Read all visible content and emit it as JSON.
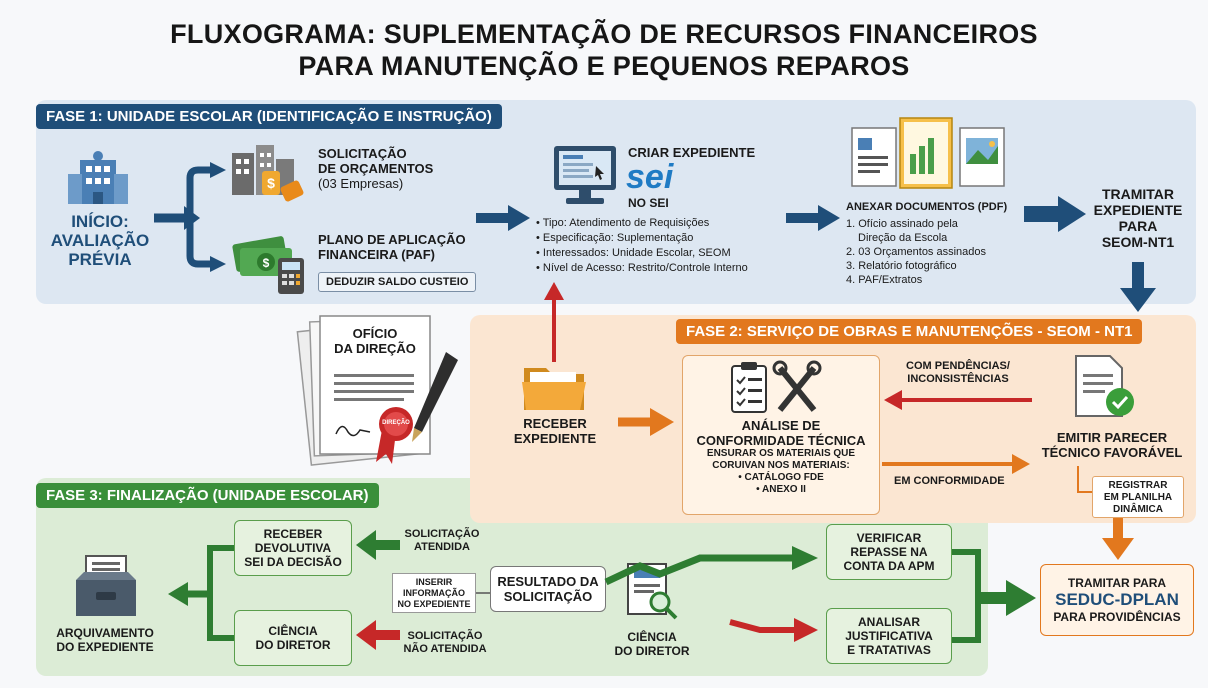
{
  "title": {
    "line1": "FLUXOGRAMA: SUPLEMENTAÇÃO DE RECURSOS FINANCEIROS",
    "line2": "PARA MANUTENÇÃO E PEQUENOS REPAROS"
  },
  "fase1": {
    "label": "FASE 1: UNIDADE ESCOLAR (IDENTIFICAÇÃO E INSTRUÇÃO)",
    "inicio": [
      "INÍCIO:",
      "AVALIAÇÃO",
      "PRÉVIA"
    ],
    "orcamentos": {
      "line1": "SOLICITAÇÃO",
      "line2": "DE ORÇAMENTOS",
      "line3": "(03 Empresas)"
    },
    "paf": {
      "line1": "PLANO DE APLICAÇÃO",
      "line2": "FINANCEIRA (PAF)",
      "tag": "DEDUZIR SALDO CUSTEIO"
    },
    "criar": {
      "title": "CRIAR EXPEDIENTE",
      "sei": "sei",
      "no_sei": "NO SEI",
      "items": [
        "• Tipo: Atendimento de Requisições",
        "• Especificação: Suplementação",
        "• Interessados: Unidade Escolar, SEOM",
        "• Nível de Acesso: Restrito/Controle Interno"
      ]
    },
    "anexar": {
      "title": "ANEXAR DOCUMENTOS (PDF)",
      "items": [
        "1. Ofício assinado pela",
        "Direção da Escola",
        "2. 03 Orçamentos assinados",
        "3. Relatório fotográfico",
        "4. PAF/Extratos"
      ]
    },
    "tramitar": [
      "TRAMITAR",
      "EXPEDIENTE",
      "PARA",
      "SEOM-NT1"
    ]
  },
  "oficio": {
    "line1": "OFÍCIO",
    "line2": "DA DIREÇÃO",
    "seal": "DIREÇÃO"
  },
  "fase2": {
    "label": "FASE 2: SERVIÇO DE OBRAS E MANUTENÇÕES - SEOM - NT1",
    "receber": [
      "RECEBER",
      "EXPEDIENTE"
    ],
    "analise": {
      "line1": "ANÁLISE DE",
      "line2": "CONFORMIDADE TÉCNICA",
      "line3": "ENSURAR OS MATERIAIS QUE",
      "line4": "CORUIVAN NOS MATERIAIS:",
      "line5": "• CATÁLOGO FDE",
      "line6": "• ANEXO II"
    },
    "pendencias": [
      "COM PENDÊNCIAS/",
      "INCONSISTÊNCIAS"
    ],
    "conformidade": "EM CONFORMIDADE",
    "parecer": [
      "EMITIR PARECER",
      "TÉCNICO FAVORÁVEL"
    ],
    "registrar": [
      "REGISTRAR",
      "EM PLANILHA",
      "DINÂMICA"
    ]
  },
  "fase3": {
    "label": "FASE 3: FINALIZAÇÃO (UNIDADE ESCOLAR)",
    "receber_dev": [
      "RECEBER",
      "DEVOLUTIVA",
      "SEI DA DECISÃO"
    ],
    "ciencia_box": [
      "CIÊNCIA",
      "DO DIRETOR"
    ],
    "arquivamento": [
      "ARQUIVAMENTO",
      "DO EXPEDIENTE"
    ],
    "sol_atendida": [
      "SOLICITAÇÃO",
      "ATENDIDA"
    ],
    "sol_nao": [
      "SOLICITAÇÃO",
      "NÃO ATENDIDA"
    ],
    "inserir": [
      "INSERIR",
      "INFORMAÇÃO",
      "NO EXPEDIENTE"
    ],
    "resultado": [
      "RESULTADO DA",
      "SOLICITAÇÃO"
    ],
    "ciencia_dir": [
      "CIÊNCIA",
      "DO DIRETOR"
    ],
    "verificar": [
      "VERIFICAR",
      "REPASSE NA",
      "CONTA DA APM"
    ],
    "analisar": [
      "ANALISAR",
      "JUSTIFICATIVA",
      "E TRATATIVAS"
    ],
    "tramitar_seduc": {
      "line1": "TRAMITAR PARA",
      "line2": "SEDUC-DPLAN",
      "line3": "PARA PROVIDÊNCIAS"
    }
  },
  "colors": {
    "blue": "#1f4e79",
    "orange": "#e2781e",
    "green": "#3a8f3a",
    "red": "#c62828"
  }
}
